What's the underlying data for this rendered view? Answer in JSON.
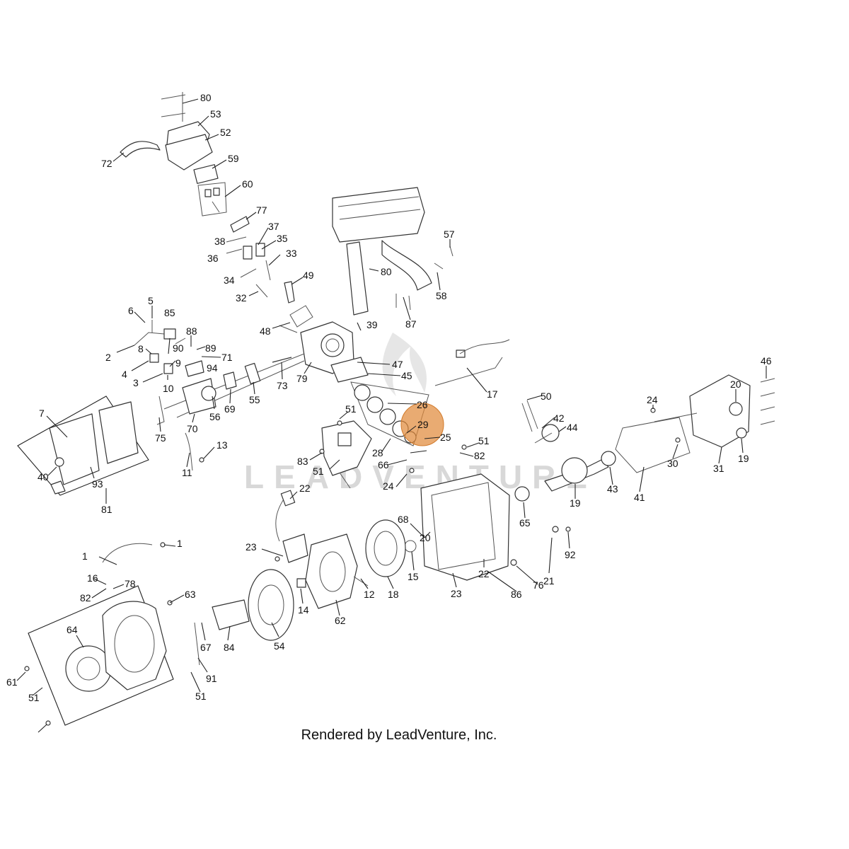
{
  "footer_text": "Rendered by LeadVenture, Inc.",
  "watermark_text": "LEADVENTURE",
  "highlight": {
    "callout": "29",
    "color": "#e08a3c"
  },
  "callouts": [
    "80",
    "53",
    "52",
    "72",
    "59",
    "60",
    "77",
    "38",
    "37",
    "35",
    "36",
    "33",
    "34",
    "49",
    "32",
    "48",
    "5",
    "6",
    "2",
    "8",
    "88",
    "90",
    "89",
    "85",
    "71",
    "9",
    "4",
    "94",
    "3",
    "10",
    "79",
    "73",
    "55",
    "69",
    "56",
    "70",
    "75",
    "7",
    "93",
    "40",
    "81",
    "11",
    "13",
    "39",
    "80",
    "57",
    "58",
    "87",
    "47",
    "45",
    "17",
    "50",
    "42",
    "44",
    "24",
    "20",
    "46",
    "26",
    "29",
    "51",
    "25",
    "51",
    "82",
    "28",
    "66",
    "51",
    "83",
    "24",
    "30",
    "31",
    "19",
    "43",
    "41",
    "19",
    "65",
    "22",
    "68",
    "23",
    "20",
    "15",
    "18",
    "23",
    "22",
    "86",
    "76",
    "21",
    "92",
    "1",
    "1",
    "16",
    "78",
    "82",
    "63",
    "54",
    "14",
    "62",
    "12",
    "64",
    "84",
    "67",
    "91",
    "51",
    "61",
    "51"
  ]
}
